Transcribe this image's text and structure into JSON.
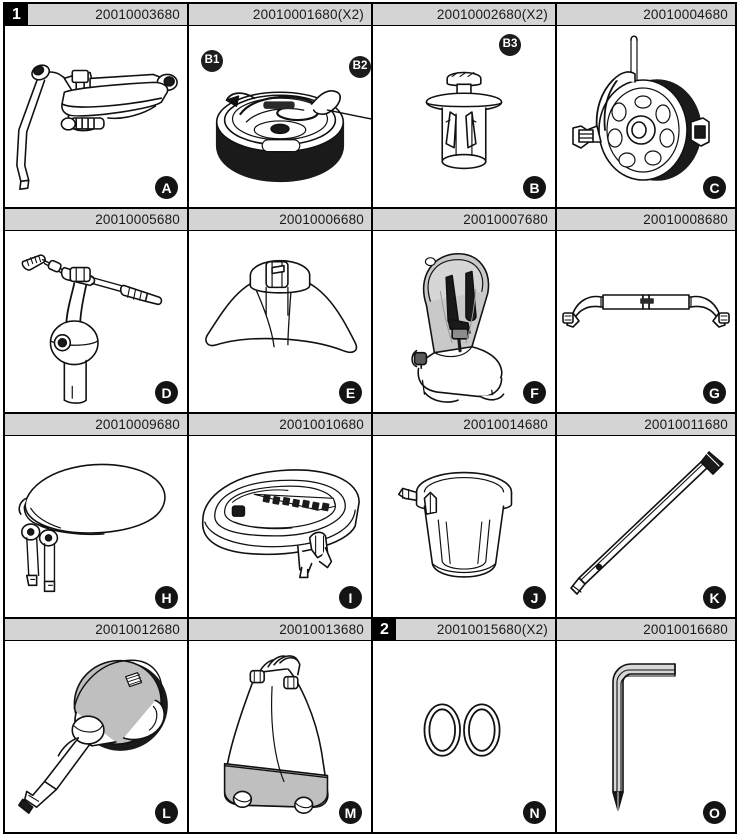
{
  "document": {
    "type": "parts-identification-chart",
    "columns": 4,
    "rows": 4
  },
  "steps": [
    {
      "id": "step-1",
      "label": "1",
      "cell_index": 0
    },
    {
      "id": "step-2",
      "label": "2",
      "cell_index": 14
    }
  ],
  "parts": [
    {
      "part_number": "20010003680",
      "letter": "A",
      "icon": "frame-chassis-icon",
      "step": "1"
    },
    {
      "part_number": "20010001680(X2)",
      "letter": "B",
      "icon": "round-base-icon",
      "callouts": [
        "B1",
        "B2",
        "B3"
      ]
    },
    {
      "part_number": "20010002680(X2)",
      "letter": "B",
      "icon": "push-rivet-icon"
    },
    {
      "part_number": "20010004680",
      "letter": "C",
      "icon": "front-wheel-icon"
    },
    {
      "part_number": "20010005680",
      "letter": "D",
      "icon": "handlebar-icon"
    },
    {
      "part_number": "20010006680",
      "letter": "E",
      "icon": "fender-canopy-icon"
    },
    {
      "part_number": "20010007680",
      "letter": "F",
      "icon": "child-seat-icon"
    },
    {
      "part_number": "20010008680",
      "letter": "G",
      "icon": "bumper-bar-icon"
    },
    {
      "part_number": "20010009680",
      "letter": "H",
      "icon": "sun-canopy-icon"
    },
    {
      "part_number": "20010010680",
      "letter": "I",
      "icon": "console-tray-icon"
    },
    {
      "part_number": "20010014680",
      "letter": "J",
      "icon": "cup-holder-icon"
    },
    {
      "part_number": "20010011680",
      "letter": "K",
      "icon": "push-handle-tube-icon"
    },
    {
      "part_number": "20010012680",
      "letter": "L",
      "icon": "rear-wheel-icon"
    },
    {
      "part_number": "20010013680",
      "letter": "M",
      "icon": "storage-bag-icon"
    },
    {
      "part_number": "20010015680(X2)",
      "letter": "N",
      "icon": "washer-rings-icon",
      "step": "2"
    },
    {
      "part_number": "20010016680",
      "letter": "O",
      "icon": "hex-key-icon"
    }
  ],
  "callout_labels": {
    "b1": "B1",
    "b2": "B2",
    "b3": "B3"
  },
  "colors": {
    "header_bg": "#d4d4d4",
    "line": "#000000",
    "badge_bg": "#141414",
    "badge_text": "#ffffff",
    "fill_gray": "#bfbfbf",
    "fill_dark": "#1a1a1a"
  }
}
